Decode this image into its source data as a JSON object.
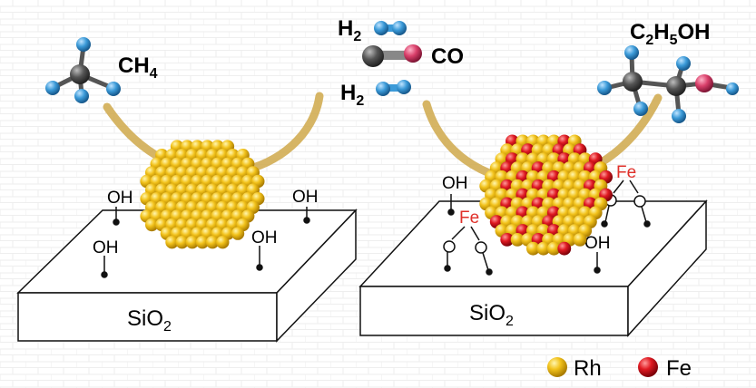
{
  "molecules": {
    "methane": "CH",
    "methane_sub": "4",
    "h2_top": "H",
    "h2_top_sub": "2",
    "co": "CO",
    "h2_mid": "H",
    "h2_mid_sub": "2",
    "ethanol_p1": "C",
    "ethanol_s1": "2",
    "ethanol_p2": "H",
    "ethanol_s2": "5",
    "ethanol_p3": "OH"
  },
  "left_support": {
    "label": "SiO",
    "label_sub": "2",
    "hydroxyls": [
      "OH",
      "OH",
      "OH",
      "OH"
    ]
  },
  "right_support": {
    "label": "SiO",
    "label_sub": "2",
    "hydroxyls": [
      "OH",
      "OH"
    ],
    "fe_sites": [
      "Fe",
      "Fe"
    ]
  },
  "legend": {
    "rh": "Rh",
    "fe": "Fe"
  },
  "colors": {
    "rh": "#f2c21b",
    "fe": "#e01a22",
    "hydrogen": "#3b9ad8",
    "carbon": "#555555",
    "oxygen": "#d93f6a",
    "arrow": "#d2ad55"
  }
}
